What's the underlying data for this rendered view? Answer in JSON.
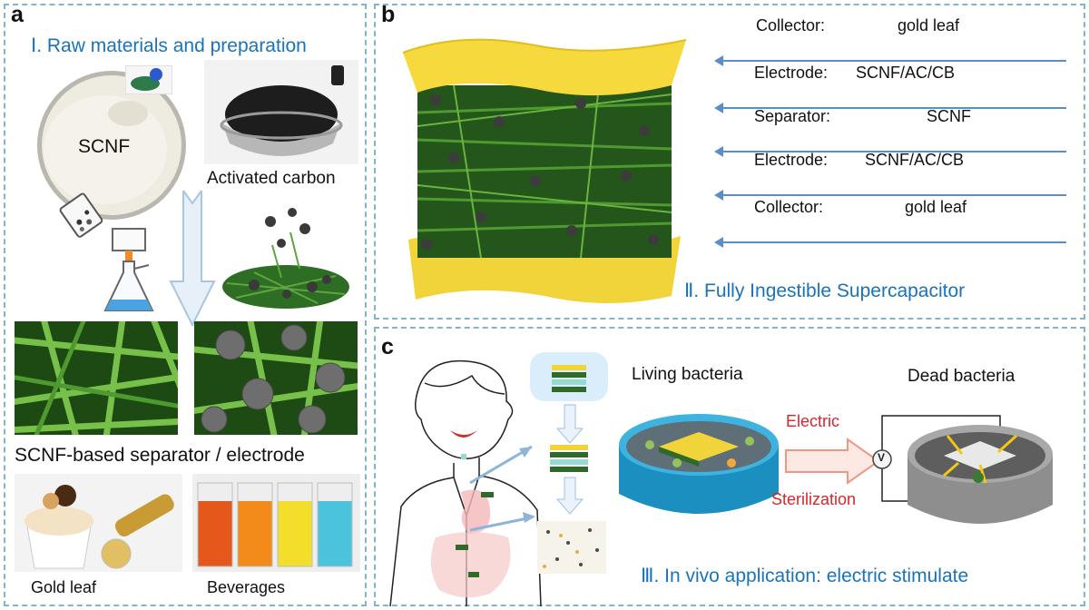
{
  "panel_a": {
    "letter": "a",
    "title": "Ⅰ. Raw materials and preparation",
    "scnf_label": "SCNF",
    "activated_carbon_label": "Activated carbon",
    "separator_electrode_label": "SCNF-based separator / electrode",
    "gold_leaf_label": "Gold leaf",
    "beverages_label": "Beverages"
  },
  "panel_b": {
    "letter": "b",
    "title": "Ⅱ. Fully Ingestible Supercapacitor",
    "layers": [
      {
        "role": "Collector:",
        "material": "gold leaf"
      },
      {
        "role": "Electrode:",
        "material": "SCNF/AC/CB"
      },
      {
        "role": "Separator:",
        "material": "SCNF"
      },
      {
        "role": "Electrode:",
        "material": "SCNF/AC/CB"
      },
      {
        "role": "Collector:",
        "material": "gold leaf"
      }
    ]
  },
  "panel_c": {
    "letter": "c",
    "title": "Ⅲ. In vivo application: electric stimulate",
    "living_label": "Living bacteria",
    "dead_label": "Dead bacteria",
    "electric_label": "Electric",
    "sterilization_label": "Sterilization",
    "voltmeter_symbol": "V"
  },
  "colors": {
    "panel_border": "#86b3c8",
    "title_blue": "#1a73b8",
    "arrow_blue": "#5b8ec9",
    "red_text": "#d9262b",
    "gold": "#f1d43a",
    "fiber_green": "#3f8a2c"
  }
}
